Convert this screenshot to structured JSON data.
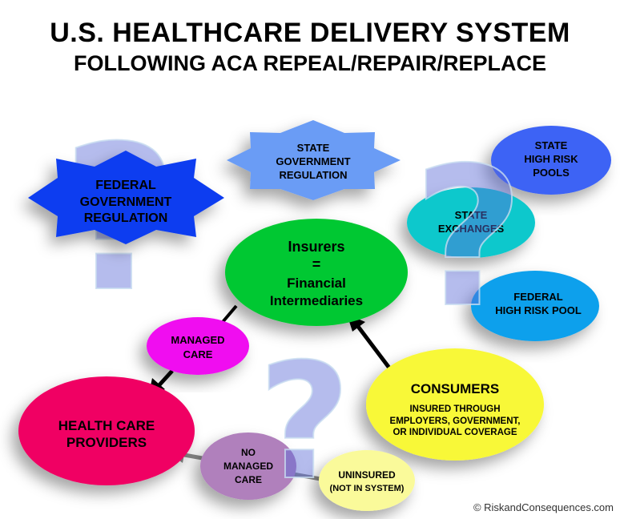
{
  "title_line1": "U.S. HEALTHCARE DELIVERY SYSTEM",
  "title_line2": "FOLLOWING ACA REPEAL/REPAIR/REPLACE",
  "nodes": {
    "federal_regulation": [
      "FEDERAL",
      "GOVERNMENT",
      "REGULATION"
    ],
    "state_regulation": [
      "STATE",
      "GOVERNMENT",
      "REGULATION"
    ],
    "state_high_risk_pools": [
      "STATE",
      "HIGH RISK",
      "POOLS"
    ],
    "state_exchanges": [
      "STATE",
      "EXCHANGES"
    ],
    "federal_high_risk_pool": [
      "FEDERAL",
      "HIGH RISK POOL"
    ],
    "insurers": [
      "Insurers",
      "=",
      "Financial",
      "Intermediaries"
    ],
    "managed_care": [
      "MANAGED",
      "CARE"
    ],
    "providers": [
      "HEALTH CARE",
      "PROVIDERS"
    ],
    "consumers": {
      "heading": "CONSUMERS",
      "lines": [
        "INSURED THROUGH",
        "EMPLOYERS, GOVERNMENT,",
        "OR INDIVIDUAL COVERAGE"
      ]
    },
    "no_managed_care": [
      "NO",
      "MANAGED",
      "CARE"
    ],
    "uninsured": [
      "UNINSURED",
      "(NOT IN SYSTEM)"
    ]
  },
  "question_mark": "?",
  "colors": {
    "federal": "#0a3cf0",
    "state": "#6a9cf5",
    "pools": "#3c64f5",
    "exchanges": "#08c8cc",
    "fed_pool": "#08a0ec",
    "insurers": "#00c832",
    "managed": "#f010f0",
    "providers": "#f00064",
    "consumers": "#f8f838",
    "no_managed": "#b080bc",
    "uninsured": "#fafa9a"
  },
  "copyright": "© RiskandConsequences.com"
}
